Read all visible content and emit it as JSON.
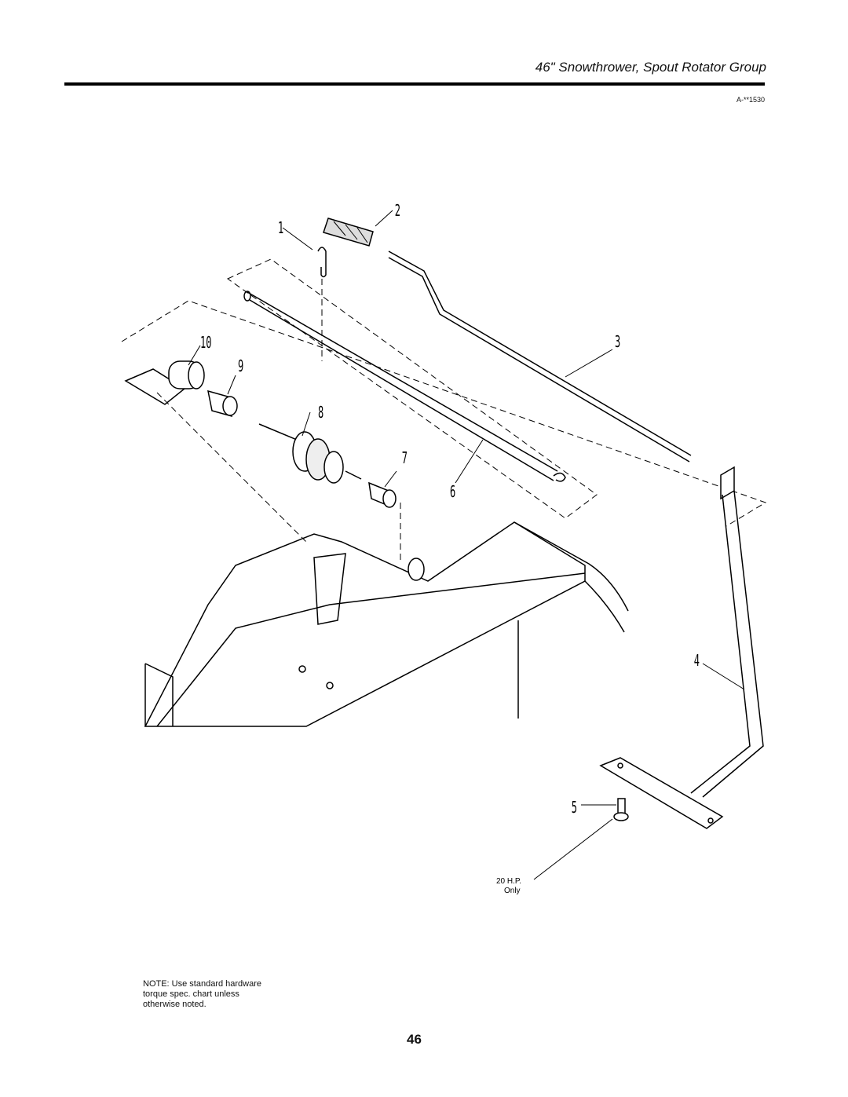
{
  "header": {
    "title": "46\" Snowthrower, Spout Rotator Group",
    "drawing_code": "A-**1530"
  },
  "callouts": [
    "1",
    "2",
    "3",
    "4",
    "5",
    "6",
    "7",
    "8",
    "9",
    "10"
  ],
  "annotation": {
    "line1": "20 H.P.",
    "line2": "Only"
  },
  "note": {
    "line1": "NOTE: Use standard hardware",
    "line2": "torque spec. chart unless",
    "line3": "otherwise noted."
  },
  "page_number": "46"
}
